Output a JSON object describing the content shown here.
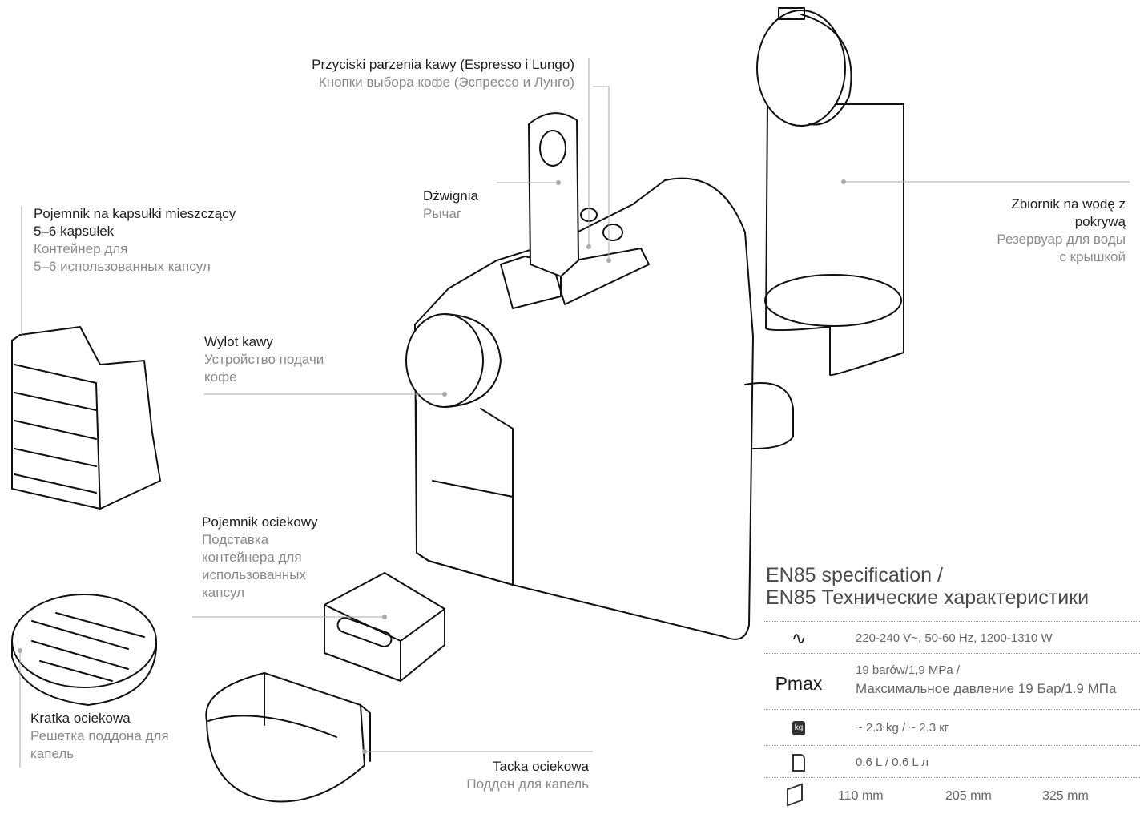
{
  "labels": {
    "buttons": {
      "pl": "Przyciski parzenia kawy (Espresso i Lungo)",
      "ru": "Кнопки выбора кофе (Эспрессо и Лунго)"
    },
    "lever": {
      "pl": "Dźwignia",
      "ru": "Рычаг"
    },
    "capsule_container": {
      "pl1": "Pojemnik na kapsułki mieszczący",
      "pl2": "5–6 kapsułek",
      "ru1": "Контейнер для",
      "ru2": "5–6 использованных капсул"
    },
    "outlet": {
      "pl": "Wylot kawy",
      "ru1": "Устройство подачи",
      "ru2": "кофе"
    },
    "water_tank": {
      "pl1": "Zbiornik na wodę z",
      "pl2": "pokrywą",
      "ru1": "Резервуар для воды",
      "ru2": "с крышкой"
    },
    "drip_container": {
      "pl": "Pojemnik ociekowy",
      "ru1": "Подставка",
      "ru2": "контейнера для",
      "ru3": "использованных",
      "ru4": "капсул"
    },
    "drip_grid": {
      "pl": "Kratka ociekowa",
      "ru1": "Решетка поддона для",
      "ru2": "капель"
    },
    "drip_tray": {
      "pl": "Tacka ociekowa",
      "ru": "Поддон для капель"
    }
  },
  "spec": {
    "title1": "EN85 specification /",
    "title2": "EN85 Технические характеристики",
    "power": "220-240 V~, 50-60 Hz, 1200-1310 W",
    "pressure_icon": "Pmax",
    "pressure1": "19 barów/1,9 MPa /",
    "pressure2": "Максимальное давление 19 Бар/1.9 МПа",
    "weight_icon": "kg",
    "weight": "~ 2.3 kg / ~ 2.3 кг",
    "capacity": "0.6 L / 0.6 L л",
    "width": "110 mm",
    "height": "205 mm",
    "depth": "325 mm"
  }
}
